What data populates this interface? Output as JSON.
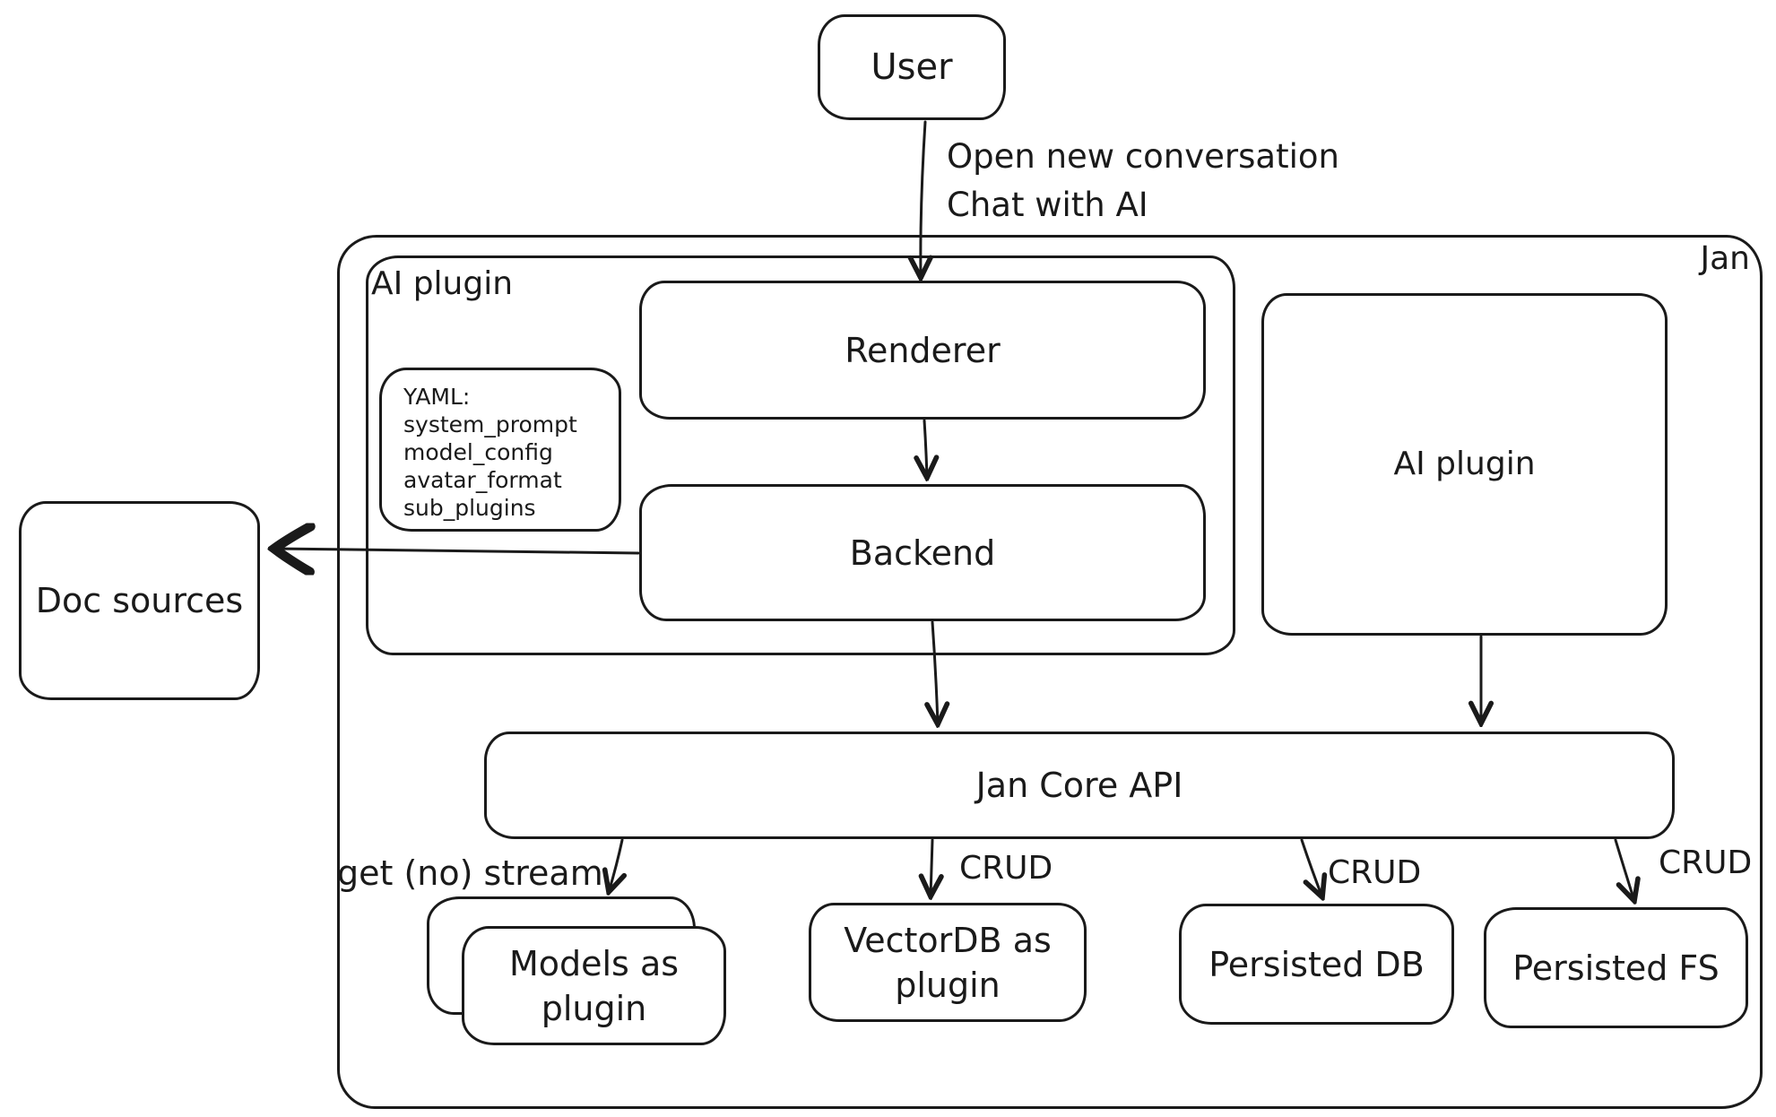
{
  "nodes": {
    "user": {
      "label": "User"
    },
    "jan": {
      "label": "Jan"
    },
    "ai_plugin_container": {
      "label": "AI plugin"
    },
    "renderer": {
      "label": "Renderer"
    },
    "backend": {
      "label": "Backend"
    },
    "yaml_note": {
      "lines": [
        "YAML:",
        "system_prompt",
        "model_config",
        "avatar_format",
        "sub_plugins"
      ]
    },
    "ai_plugin": {
      "label": "AI plugin"
    },
    "doc_sources": {
      "label": "Doc sources"
    },
    "jan_core_api": {
      "label": "Jan Core API"
    },
    "models_plugin": {
      "label": "Models as plugin"
    },
    "vectordb_plugin": {
      "label": "VectorDB as plugin"
    },
    "persisted_db": {
      "label": "Persisted DB"
    },
    "persisted_fs": {
      "label": "Persisted FS"
    }
  },
  "edges": {
    "user_to_renderer": {
      "labels": [
        "Open new conversation",
        "Chat with AI"
      ]
    },
    "jan_core_to_models": {
      "label": "get (no) stream"
    },
    "jan_core_to_vectordb": {
      "label": "CRUD"
    },
    "jan_core_to_persisted_db": {
      "label": "CRUD"
    },
    "jan_core_to_persisted_fs": {
      "label": "CRUD"
    }
  },
  "colors": {
    "stroke": "#1a1a1a",
    "background": "#ffffff"
  }
}
